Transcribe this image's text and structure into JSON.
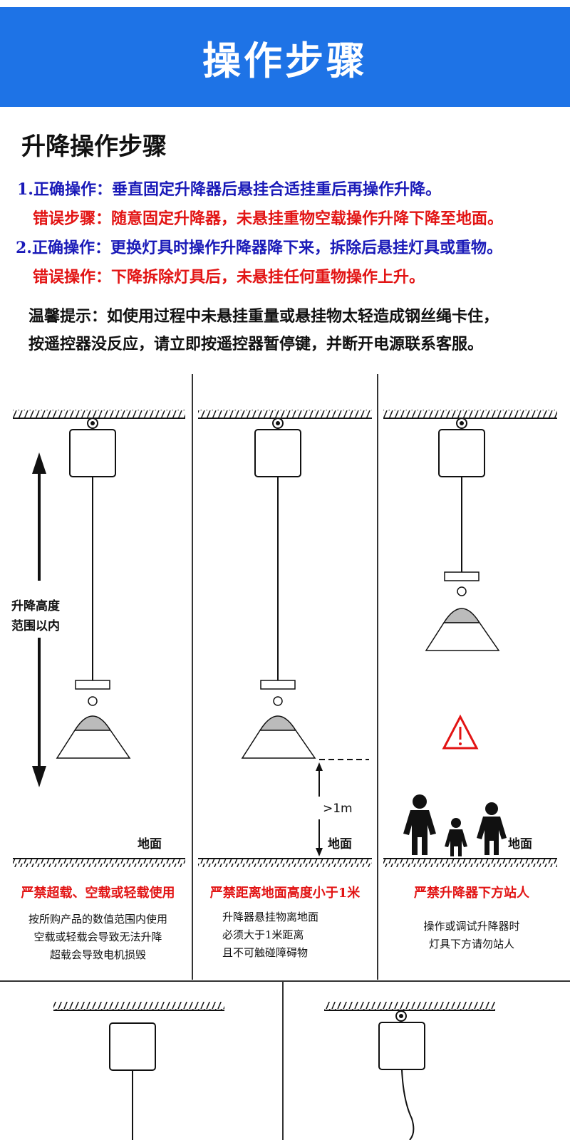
{
  "banner": {
    "title": "操作步骤",
    "bg": "#1e73e6"
  },
  "section": {
    "title": "升降操作步骤"
  },
  "steps": [
    {
      "text": "1.正确操作：垂直固定升降器后悬挂合适挂重后再操作升降。",
      "color": "#1a1ab8"
    },
    {
      "text": "错误步骤：随意固定升降器，未悬挂重物空载操作升降下降至地面。",
      "color": "#e21414"
    },
    {
      "text": "2.正确操作：更换灯具时操作升降器降下来，拆除后悬挂灯具或重物。",
      "color": "#1a1ab8"
    },
    {
      "text": "错误操作：下降拆除灯具后，未悬挂任何重物操作上升。",
      "color": "#e21414"
    }
  ],
  "tip": {
    "line1": "温馨提示：如使用过程中未悬挂重量或悬挂物太轻造成钢丝绳卡住，",
    "line2": "按遥控器没反应，请立即按遥控器暂停键，并断开电源联系客服。"
  },
  "panels": [
    {
      "side_label_1": "升降高度",
      "side_label_2": "范围以内",
      "ground": "地面",
      "warning": "严禁超载、空载或轻载使用",
      "desc": [
        "按所购产品的数值范围内使用",
        "空载或轻载会导致无法升降",
        "超载会导致电机损毁"
      ]
    },
    {
      "distance": ">1m",
      "ground": "地面",
      "warning": "严禁距离地面高度小于1米",
      "desc": [
        "升降器悬挂物离地面",
        "必须大于1米距离",
        "且不可触碰障碍物"
      ]
    },
    {
      "ground": "地面",
      "warning": "严禁升降器下方站人",
      "desc": [
        "操作或调试升降器时",
        "灯具下方请勿站人"
      ]
    }
  ],
  "icons": [
    "warning-triangle-icon",
    "person-icon"
  ]
}
